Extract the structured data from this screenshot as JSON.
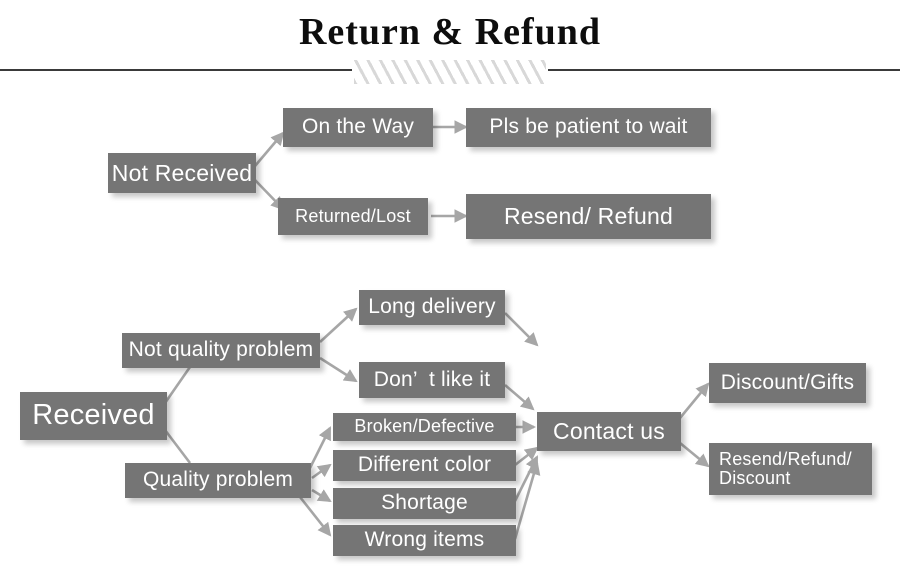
{
  "header": {
    "title": "Return & Refund",
    "divider_icon": "diagonal-hatch-divider"
  },
  "diagram": {
    "type": "flowchart",
    "colors": {
      "node_fill": "#757575",
      "node_text": "#ffffff",
      "connector": "#a6a6a6",
      "rule": "#3a3a3a",
      "hatch": "#d8d8d8",
      "background": "#ffffff"
    },
    "branches": [
      {
        "root": "Not Received",
        "paths": [
          {
            "status": "On the Way",
            "outcome": "Pls be patient to wait"
          },
          {
            "status": "Returned/Lost",
            "outcome": "Resend/ Refund"
          }
        ]
      },
      {
        "root": "Received",
        "paths": [
          {
            "status": "Not quality problem",
            "reasons": [
              "Long delivery",
              "Don’  t like it"
            ]
          },
          {
            "status": "Quality problem",
            "reasons": [
              "Broken/Defective",
              "Different color",
              "Shortage",
              "Wrong items"
            ]
          }
        ],
        "hub": "Contact us",
        "outcomes": [
          "Discount/Gifts",
          "Resend/Refund/\nDiscount"
        ]
      }
    ],
    "nodes": {
      "not_received": "Not Received",
      "on_the_way": "On the Way",
      "pls_be_patient": "Pls be patient to wait",
      "returned_lost": "Returned/Lost",
      "resend_refund": "Resend/ Refund",
      "received": "Received",
      "not_quality_problem": "Not quality problem",
      "quality_problem": "Quality problem",
      "long_delivery": "Long delivery",
      "dont_like_it": "Don’  t like it",
      "broken_defective": "Broken/Defective",
      "different_color": "Different color",
      "shortage": "Shortage",
      "wrong_items": "Wrong items",
      "contact_us": "Contact us",
      "discount_gifts": "Discount/Gifts",
      "resend_refund_discount": "Resend/Refund/\nDiscount"
    }
  }
}
